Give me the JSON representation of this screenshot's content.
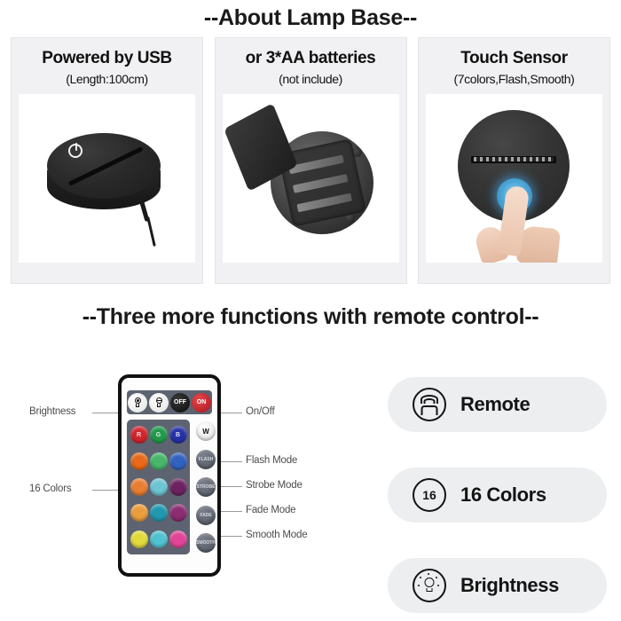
{
  "sections": {
    "about_title": "--About Lamp Base--",
    "functions_title": "--Three more functions with remote control--"
  },
  "panels": [
    {
      "title": "Powered by USB",
      "subtitle": "(Length:100cm)",
      "photo": "lamp-base-with-usb-cable"
    },
    {
      "title": "or 3*AA batteries",
      "subtitle": "(not include)",
      "photo": "lamp-base-battery-compartment"
    },
    {
      "title": "Touch Sensor",
      "subtitle": "(7colors,Flash,Smooth)",
      "photo": "lamp-base-touch-sensor-finger"
    }
  ],
  "remote": {
    "top_row": [
      {
        "label": "",
        "icon": "brightness-up-icon",
        "style": "white"
      },
      {
        "label": "",
        "icon": "brightness-down-icon",
        "style": "white"
      },
      {
        "label": "OFF",
        "icon": "power-off-icon",
        "style": "black"
      },
      {
        "label": "ON",
        "icon": "power-on-icon",
        "style": "red"
      }
    ],
    "color_buttons": [
      {
        "label": "R",
        "color": "#d6232a"
      },
      {
        "label": "G",
        "color": "#1f9c4a"
      },
      {
        "label": "B",
        "color": "#2430a8"
      },
      {
        "label": "",
        "color": "#ef6a15"
      },
      {
        "label": "",
        "color": "#48b96a"
      },
      {
        "label": "",
        "color": "#2f62c4"
      },
      {
        "label": "",
        "color": "#f08030"
      },
      {
        "label": "",
        "color": "#6fc9d8"
      },
      {
        "label": "",
        "color": "#6d2060"
      },
      {
        "label": "",
        "color": "#f0a03c"
      },
      {
        "label": "",
        "color": "#1f9bb4"
      },
      {
        "label": "",
        "color": "#8e2a72"
      },
      {
        "label": "",
        "color": "#e8e03a"
      },
      {
        "label": "",
        "color": "#4fc6d6"
      },
      {
        "label": "",
        "color": "#e8439a"
      }
    ],
    "side_buttons": [
      {
        "label": "W",
        "style": "w"
      },
      {
        "label": "FLASH",
        "style": "mode"
      },
      {
        "label": "STROBE",
        "style": "mode"
      },
      {
        "label": "FADE",
        "style": "mode"
      },
      {
        "label": "SMOOTH",
        "style": "mode"
      }
    ],
    "callouts_left": [
      {
        "label": "Brightness"
      },
      {
        "label": "16 Colors"
      }
    ],
    "callouts_right": [
      {
        "label": "On/Off"
      },
      {
        "label": "Flash Mode"
      },
      {
        "label": "Strobe Mode"
      },
      {
        "label": "Fade Mode"
      },
      {
        "label": "Smooth Mode"
      }
    ]
  },
  "features": [
    {
      "label": "Remote",
      "icon": "remote-signal-icon"
    },
    {
      "label": "16 Colors",
      "icon": "sixteen-circle-icon",
      "badge": "16"
    },
    {
      "label": "Brightness",
      "icon": "brightness-bulb-icon"
    }
  ],
  "colors": {
    "panel_bg": "#f1f1f3",
    "pill_bg": "#eceef0",
    "text": "#141414",
    "callout_text": "#4c4c4c",
    "remote_panel": "#5d6370"
  }
}
